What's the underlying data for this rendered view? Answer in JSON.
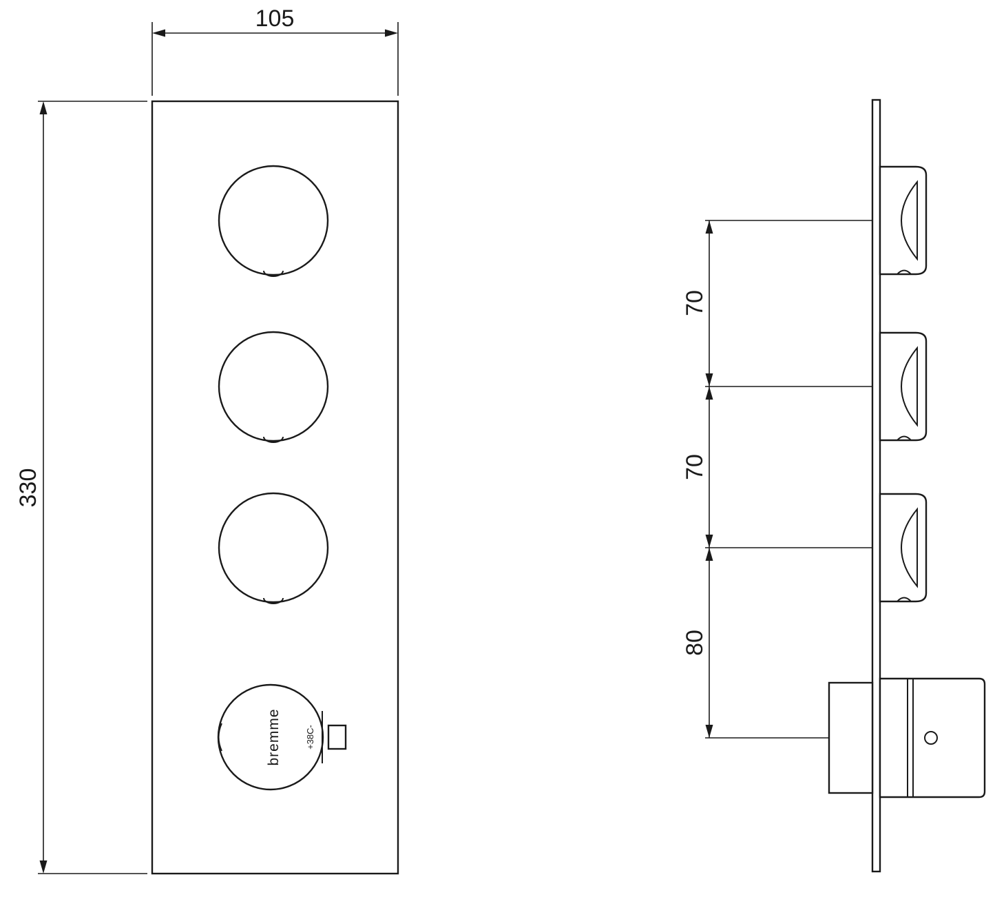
{
  "drawing": {
    "type": "technical-dimension-drawing",
    "subject": "3-outlet thermostatic shower valve trim plate, front and side views",
    "colors": {
      "line": "#1a1a1a",
      "background": "#ffffff"
    },
    "front_view": {
      "width_label": "105",
      "height_label": "330",
      "knob_count": 4,
      "brand_label": "bremme",
      "temp_label": "+38C-"
    },
    "side_view": {
      "spacing_labels": [
        "70",
        "70",
        "80"
      ]
    }
  }
}
